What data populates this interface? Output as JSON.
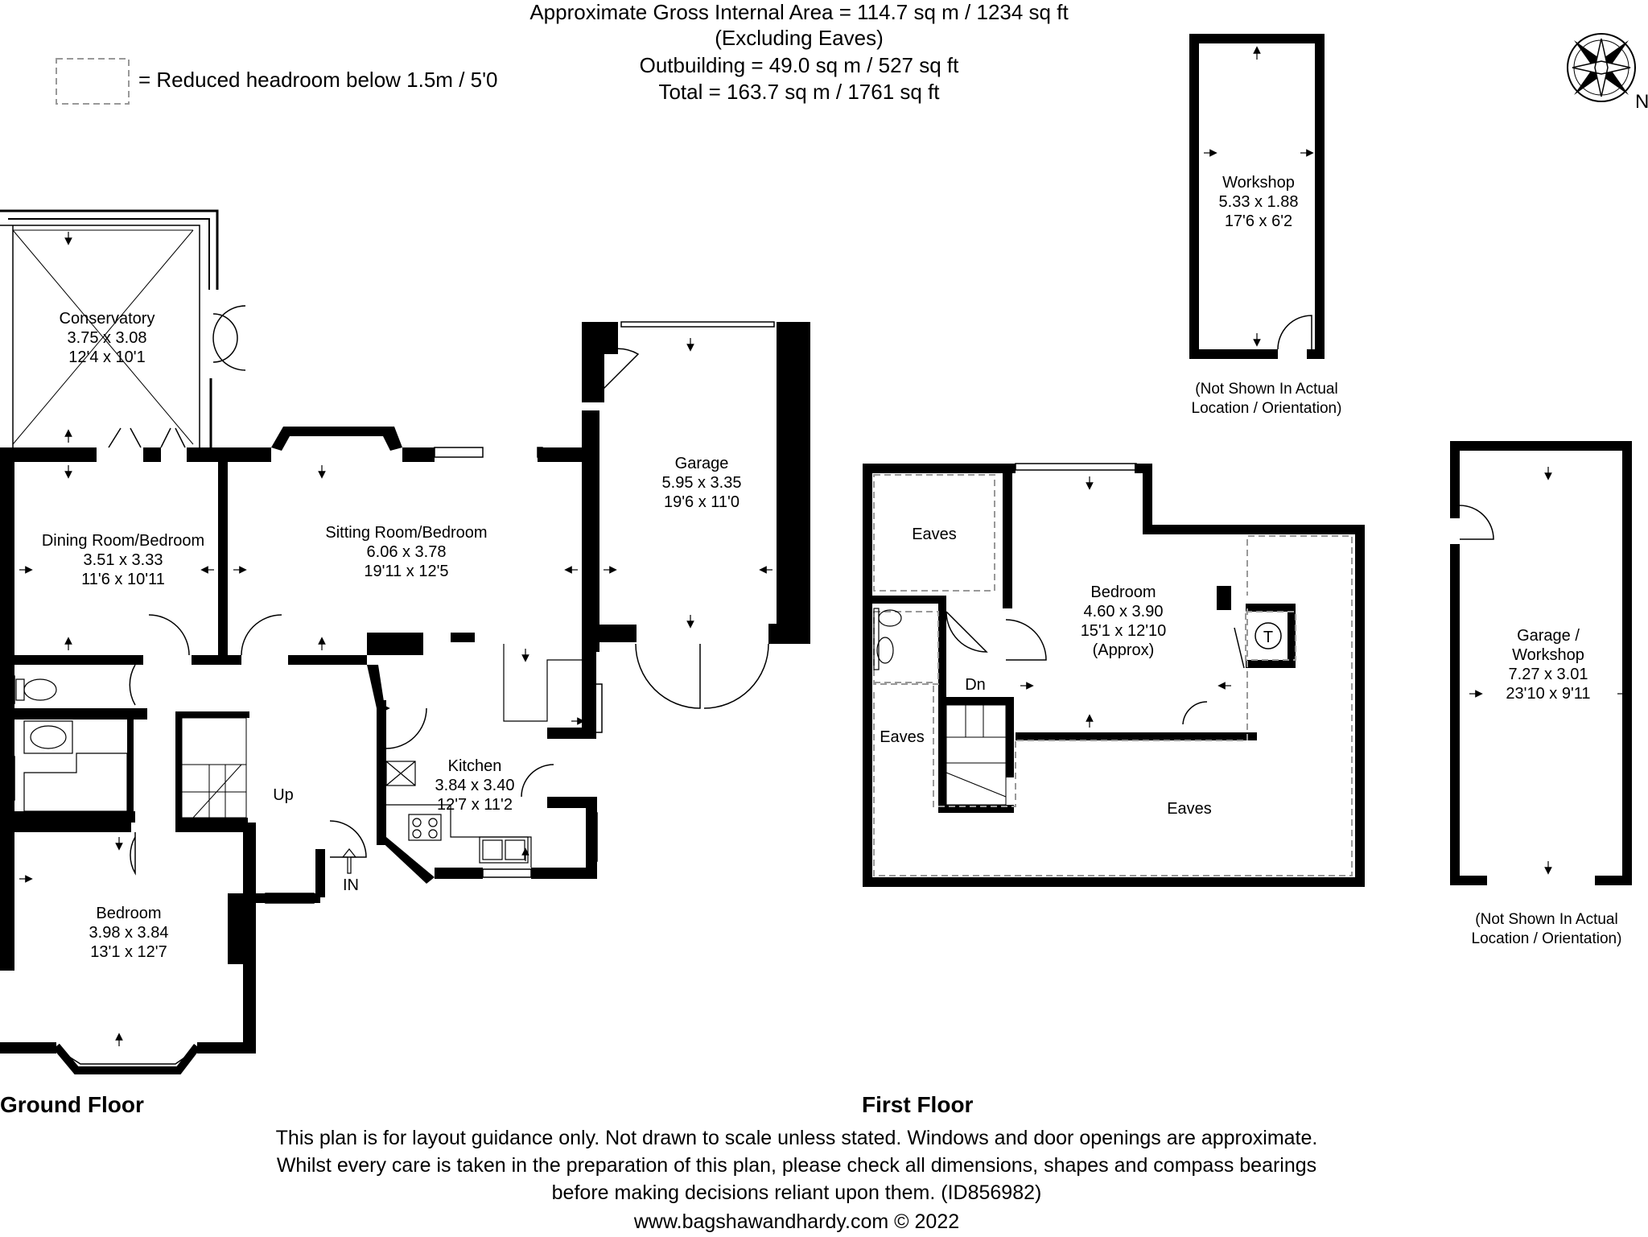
{
  "header": {
    "line1": "Approximate Gross Internal Area = 114.7 sq m / 1234 sq ft",
    "line2": "(Excluding Eaves)",
    "line3": "Outbuilding = 49.0 sq m / 527 sq ft",
    "line4": "Total = 163.7 sq m / 1761 sq ft"
  },
  "legend": {
    "text": "= Reduced headroom below 1.5m / 5'0"
  },
  "compass": {
    "label": "N"
  },
  "ground_floor": {
    "title": "Ground Floor",
    "rooms": {
      "conservatory": {
        "name": "Conservatory",
        "metric": "3.75 x 3.08",
        "imperial": "12'4 x 10'1"
      },
      "dining": {
        "name": "Dining Room/Bedroom",
        "metric": "3.51 x 3.33",
        "imperial": "11'6 x 10'11"
      },
      "sitting": {
        "name": "Sitting Room/Bedroom",
        "metric": "6.06 x 3.78",
        "imperial": "19'11 x 12'5"
      },
      "garage": {
        "name": "Garage",
        "metric": "5.95 x 3.35",
        "imperial": "19'6 x 11'0"
      },
      "kitchen": {
        "name": "Kitchen",
        "metric": "3.84 x 3.40",
        "imperial": "12'7 x 11'2"
      },
      "bedroom": {
        "name": "Bedroom",
        "metric": "3.98 x 3.84",
        "imperial": "13'1 x 12'7"
      }
    },
    "up": "Up",
    "entrance": "IN"
  },
  "first_floor": {
    "title": "First Floor",
    "bedroom": {
      "name": "Bedroom",
      "metric": "4.60 x 3.90",
      "imperial": "15'1 x 12'10",
      "note": "(Approx)"
    },
    "eaves": "Eaves",
    "down": "Dn",
    "tank": "T"
  },
  "outbuildings": {
    "workshop": {
      "name": "Workshop",
      "metric": "5.33 x 1.88",
      "imperial": "17'6 x 6'2",
      "note1": "(Not Shown In Actual",
      "note2": "Location / Orientation)"
    },
    "garage_workshop": {
      "name1": "Garage /",
      "name2": "Workshop",
      "metric": "7.27 x 3.01",
      "imperial": "23'10 x 9'11",
      "note1": "(Not Shown In Actual",
      "note2": "Location / Orientation)"
    }
  },
  "footer": {
    "line1": "This plan is for layout guidance only. Not drawn to scale unless stated. Windows and door openings are approximate.",
    "line2": "Whilst every care is taken in the preparation of this plan, please check all dimensions, shapes and compass bearings",
    "line3": "before making decisions reliant upon them. (ID856982)",
    "line4": "www.bagshawandhardy.com © 2022"
  }
}
